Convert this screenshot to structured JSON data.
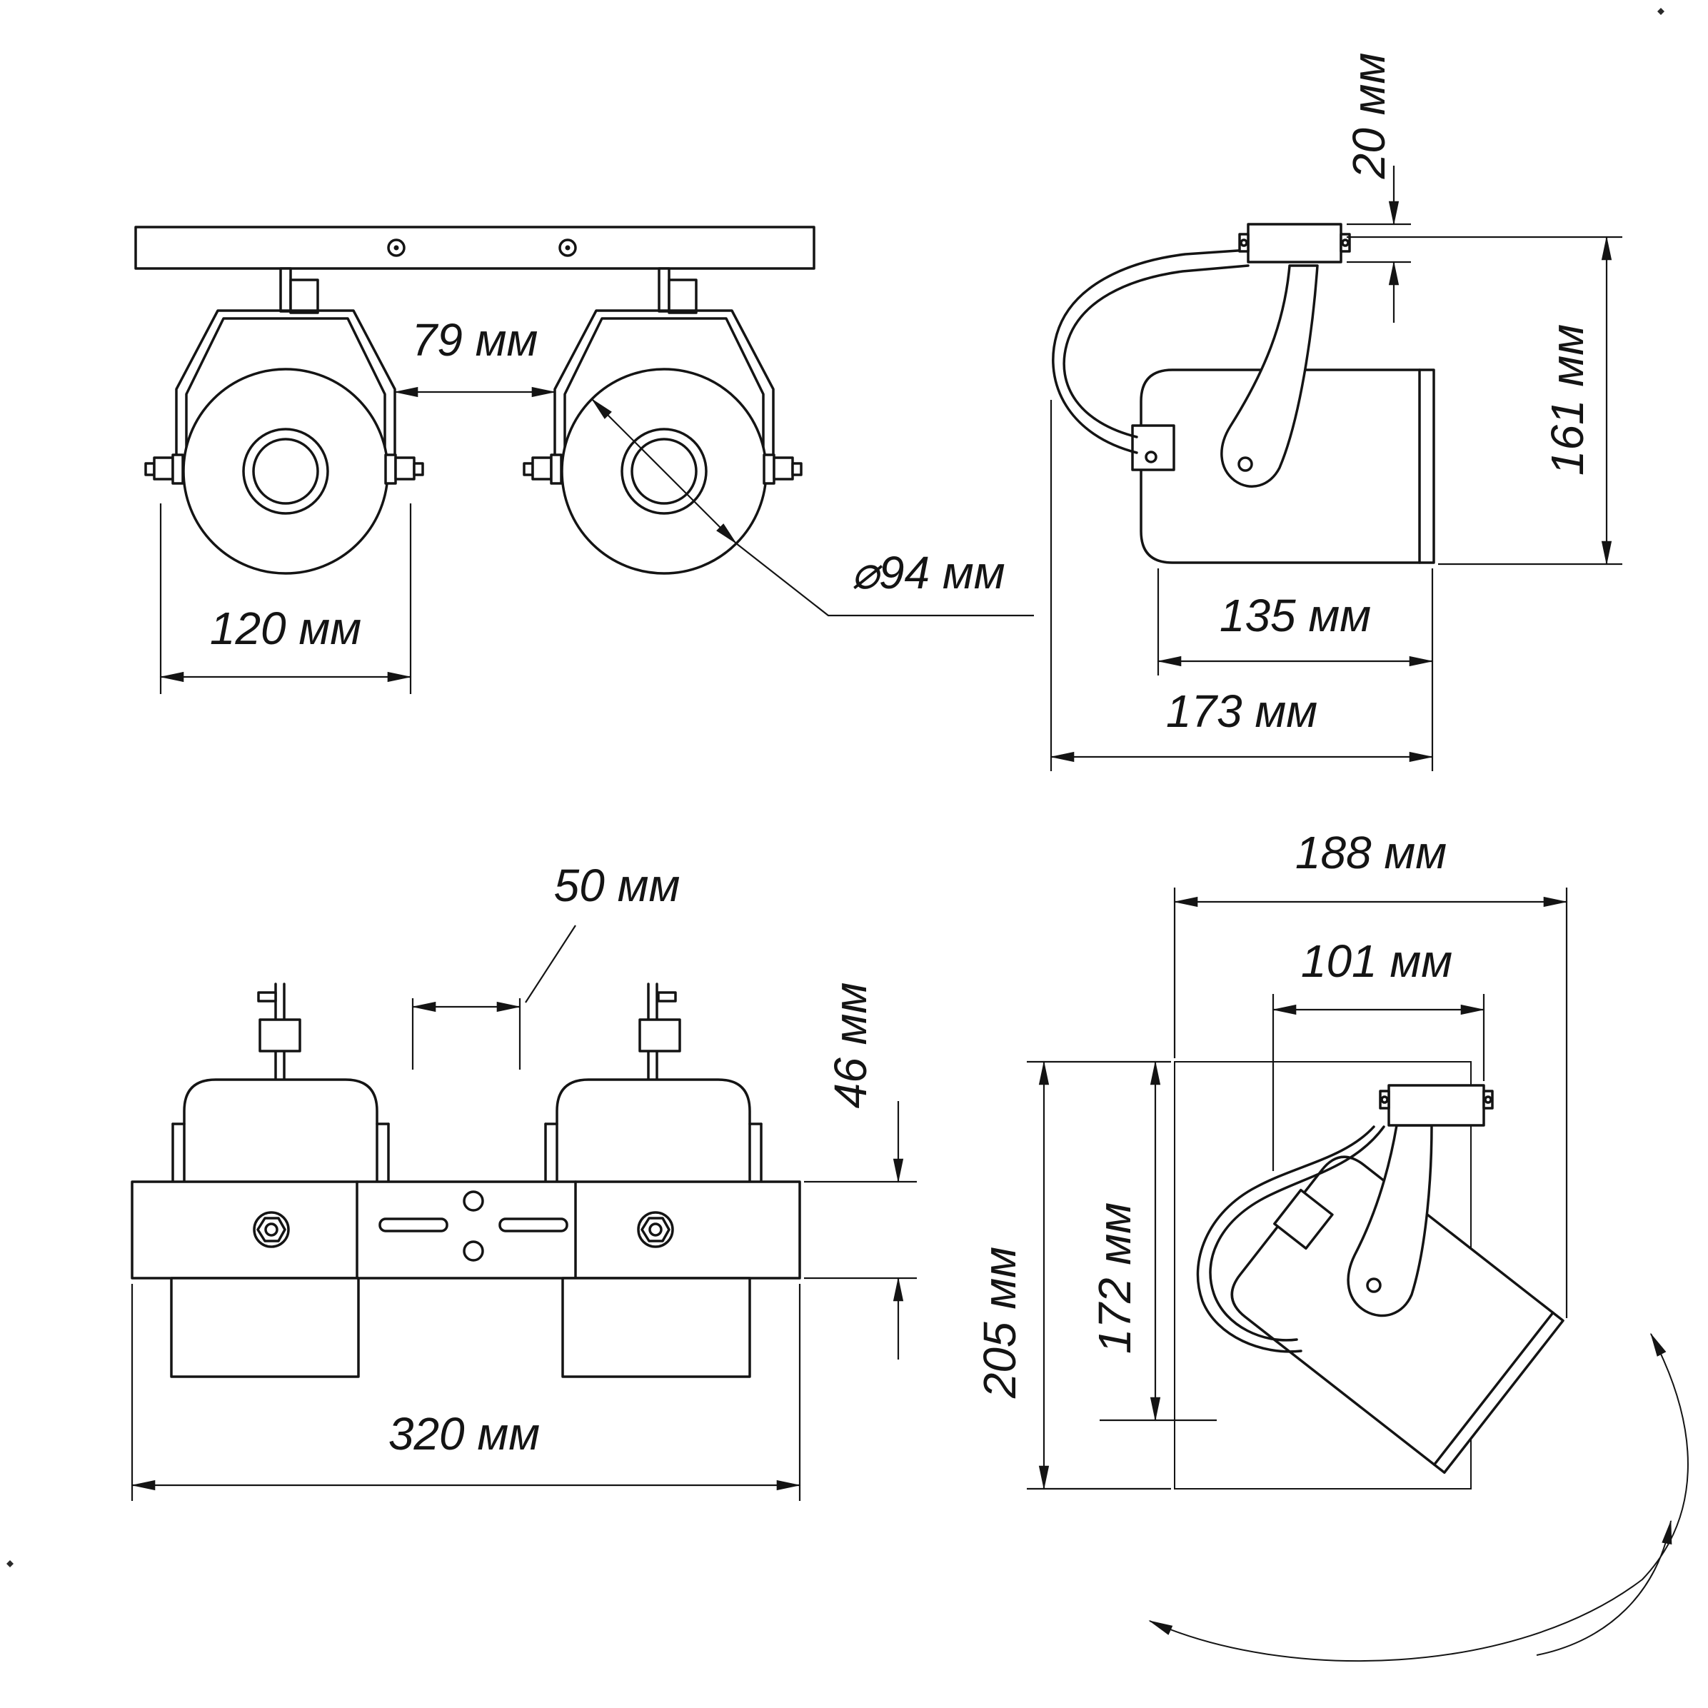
{
  "drawing": {
    "front_view": {
      "gap": "79 мм",
      "diameter": "⌀94 мм",
      "width": "120 мм"
    },
    "side_view": {
      "plate_thickness": "20 мм",
      "height": "161 мм",
      "body_length": "135 мм",
      "total_depth": "173 мм"
    },
    "plan_view": {
      "center_gap": "50 мм",
      "plate_thickness": "46 мм",
      "total_width": "320 мм"
    },
    "tilt_view": {
      "total_depth": "188 мм",
      "plate_span": "101 мм",
      "total_height": "205 мм",
      "body_drop": "172 мм"
    }
  }
}
